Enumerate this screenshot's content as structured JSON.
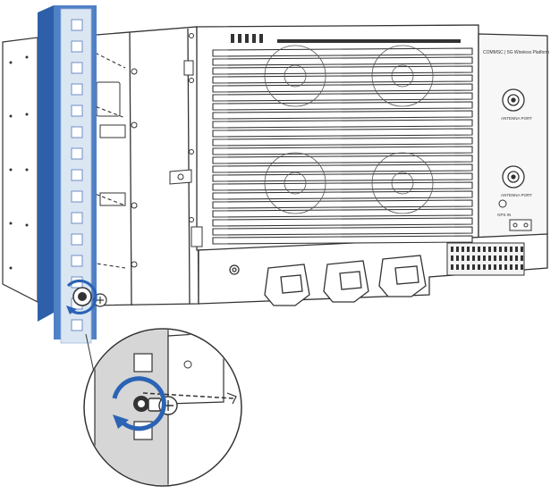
{
  "figure": {
    "subject": "rack-mount-installation",
    "colors": {
      "rail_blue": "#4f81c7",
      "rail_blue_dark": "#2e5fa8",
      "rail_face": "#dbe6f3",
      "rotate_arrow": "#2b63b5",
      "chassis_fill": "#ffffff",
      "chassis_line": "#333333",
      "panel_grey": "#f2f2f2",
      "zoom_rail": "#d6d6d6"
    },
    "icons": [
      "rotate-clockwise-arrow-icon",
      "screw-icon",
      "connector-icon"
    ]
  },
  "labels": {
    "brand_text": "COMMSC | 5G Wireless Platform",
    "port_label_1": "ANTENNA PORT",
    "port_label_2": "ANTENNA PORT",
    "port_label_3": "GPS IN"
  }
}
